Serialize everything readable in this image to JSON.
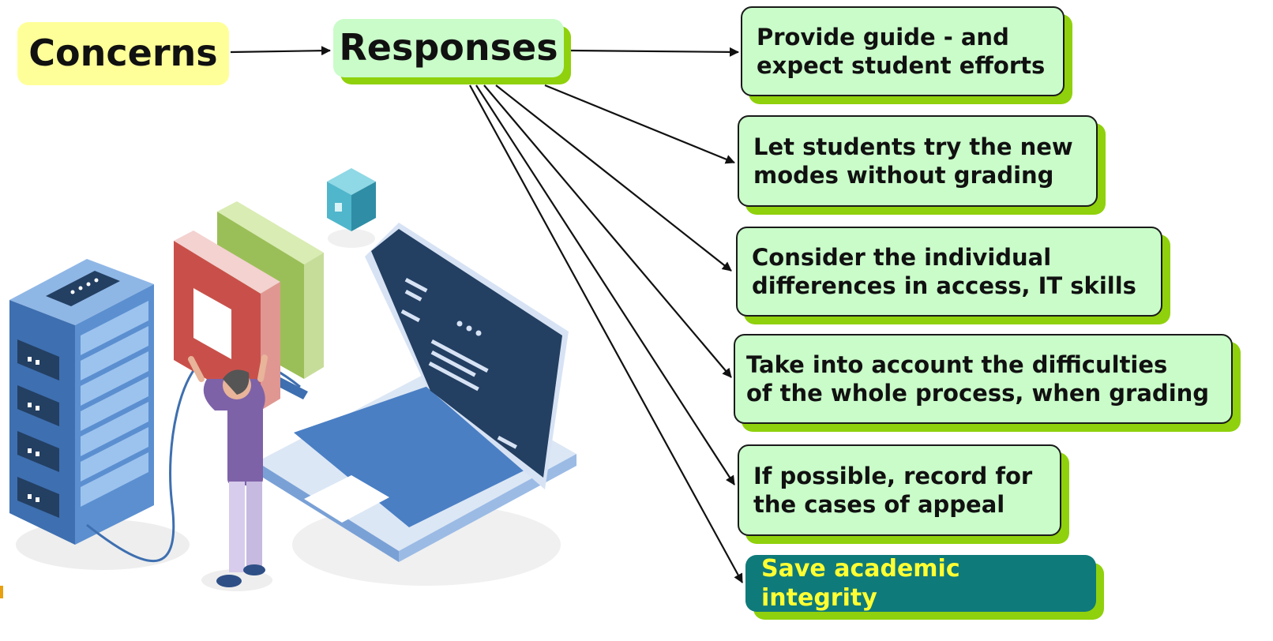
{
  "concerns": "Concerns",
  "responses": "Responses",
  "items": [
    "Provide guide - and\nexpect student efforts",
    "Let students try the new\nmodes without grading",
    "Consider the individual\ndifferences in access, IT skills",
    "Take into account the difficulties\nof the whole process, when grading",
    "If possible, record for\nthe cases of appeal",
    "Save academic integrity"
  ],
  "illustration": {
    "subject": "person connecting a server rack to a laptop with books and a cube",
    "colors": {
      "server": "#5b8fd0",
      "laptop_screen": "#233f62",
      "book_red": "#c9504a",
      "book_green": "#9bbf58",
      "cube": "#4fb6cc",
      "person_shirt": "#7e62a8"
    }
  }
}
